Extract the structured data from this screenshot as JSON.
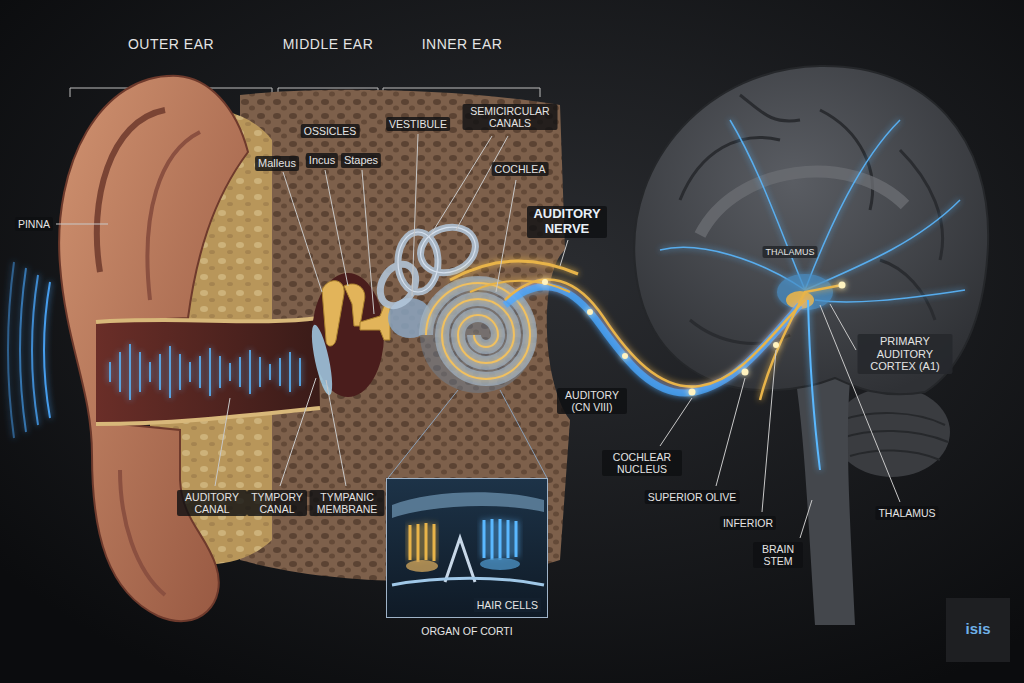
{
  "diagram": {
    "nodes": [
      {
        "text": [
          "HAIR CELLS",
          "ORGAN OF CORTI"
        ]
      }
    ],
    "labels": [
      "OUTER EAR",
      "MIDDLE EAR",
      "INNER EAR",
      "OSSICLES",
      "Malleus",
      "Incus",
      "Stapes",
      "VESTIBULE",
      "SEMICIRCULAR CANALS",
      "COCHLEA",
      "PINNA",
      "AUDITORY NERVE",
      "THALAMUS",
      "PRIMARY AUDITORY CORTEX (A1)",
      "AUDITORY (CN VIII)",
      "AUDITORY CANAL",
      "TYMPORY CANAL",
      "TYMPANIC MEMBRANE",
      "COCHLEAR NUCLEUS",
      "SUPERIOR OLIVE",
      "INFERIOR",
      "THALAMUS",
      "BRAIN STEM",
      "isis"
    ]
  }
}
